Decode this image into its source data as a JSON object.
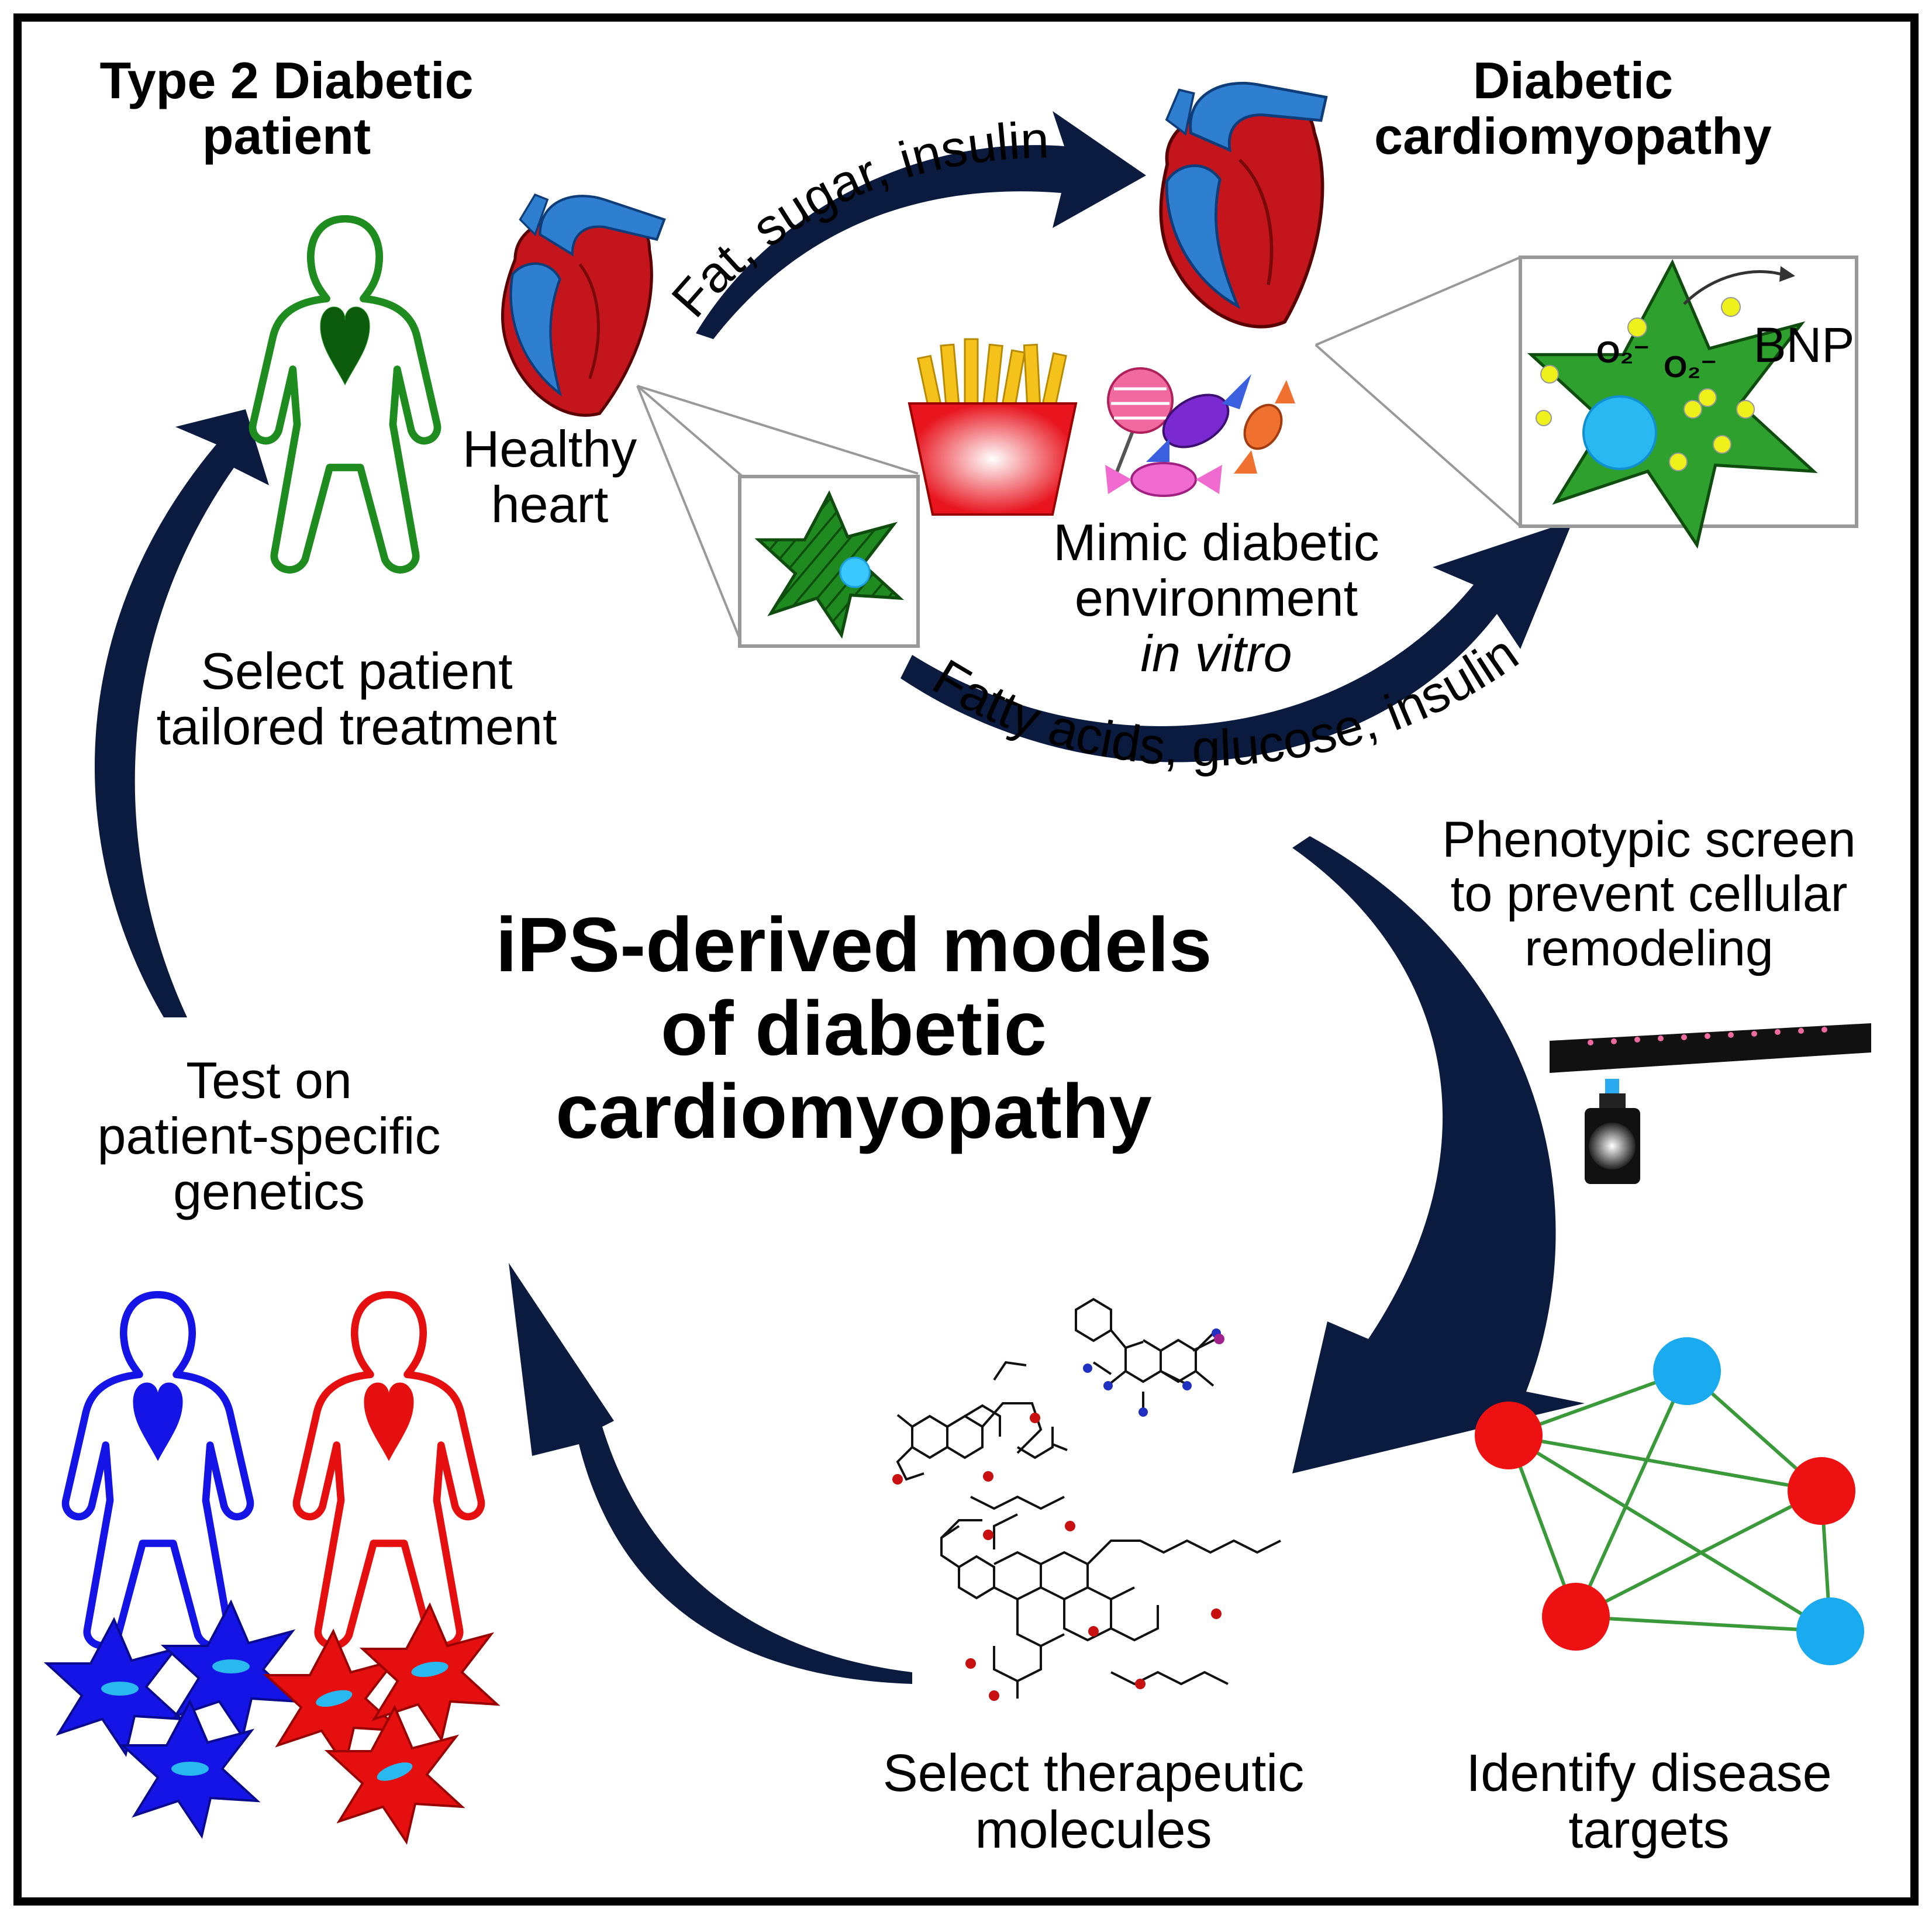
{
  "central_title": [
    "iPS-derived models",
    "of diabetic",
    "cardiomyopathy"
  ],
  "patient_label": [
    "Type 2 Diabetic",
    "patient"
  ],
  "disease_label": [
    "Diabetic",
    "cardiomyopathy"
  ],
  "healthy_heart_label": [
    "Healthy",
    "heart"
  ],
  "top_arrow_label": "Fat, sugar, insulin",
  "mimic_label": {
    "line1": "Mimic diabetic",
    "line2": "environment",
    "line3": "in vitro"
  },
  "inner_arrow_label": "Fatty acids, glucose, insulin",
  "bnp_label": "BNP",
  "ros_label": "O₂⁻",
  "screen_label": [
    "Phenotypic screen",
    "to prevent cellular",
    "remodeling"
  ],
  "select_treatment_label": [
    "Select patient",
    "tailored treatment"
  ],
  "test_label": [
    "Test on",
    "patient-specific",
    "genetics"
  ],
  "select_molecules_label": [
    "Select therapeutic",
    "molecules"
  ],
  "identify_targets_label": [
    "Identify disease",
    "targets"
  ],
  "colors": {
    "arrow": "#0b1a3f",
    "heart_red": "#c4141c",
    "heart_blue": "#2f7fd1",
    "cell_green": "#1f8a1f",
    "patient_green": "#1e8c1e",
    "patient_blue": "#1414e6",
    "patient_red": "#e60f0f",
    "node_red": "#ee1111",
    "node_cyan": "#19aaf0",
    "edge_green": "#3a9a3a"
  },
  "icons": [
    "heart-icon",
    "french-fries-icon",
    "candy-icon",
    "cardiomyocyte-icon",
    "microscope-plate-icon",
    "molecule-icon",
    "network-icon",
    "patient-figure-icon"
  ]
}
